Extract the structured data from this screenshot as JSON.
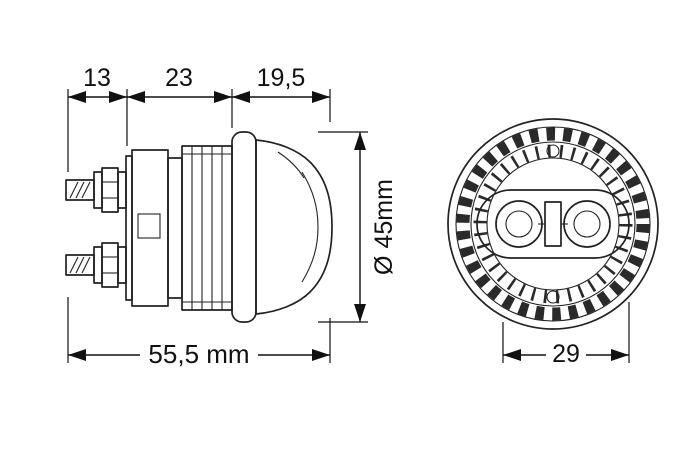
{
  "dims": {
    "side": {
      "top_left": "13",
      "top_mid": "23",
      "top_right": "19,5",
      "diameter": "Ø 45mm",
      "overall": "55,5 mm"
    },
    "front": {
      "span": "29"
    }
  },
  "colors": {
    "line": "#222222",
    "dimension": "#111111",
    "background": "#ffffff"
  }
}
